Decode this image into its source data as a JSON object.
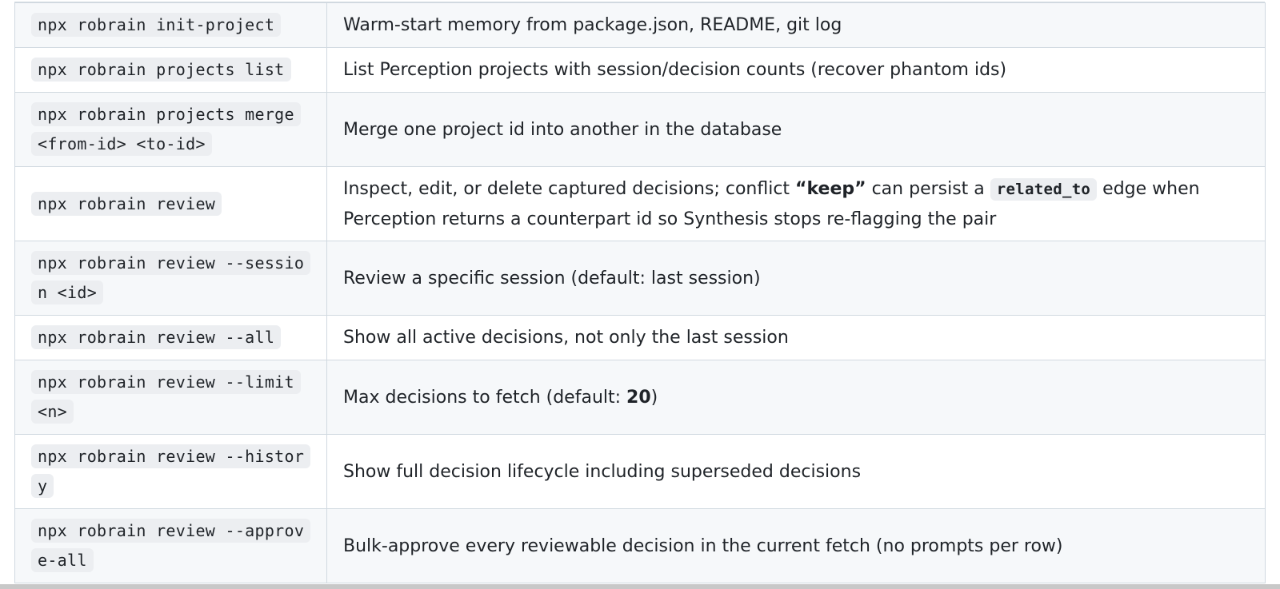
{
  "rows": [
    {
      "command": "npx robrain init-project",
      "description": "Warm-start memory from package.json, README, git log"
    },
    {
      "command": "npx robrain projects list",
      "description": "List Perception projects with session/decision counts (recover phantom ids)"
    },
    {
      "command": "npx robrain projects merge <from-id> <to-id>",
      "description": "Merge one project id into another in the database"
    },
    {
      "command": "npx robrain review",
      "description": {
        "part1": "Inspect, edit, or delete captured decisions; conflict ",
        "bold": "“keep”",
        "part2": " can persist a ",
        "code": "related_to",
        "part3": " edge when Perception returns a counterpart id so Synthesis stops re-flagging the pair"
      }
    },
    {
      "command": "npx robrain review --session <id>",
      "description": "Review a specific session (default: last session)"
    },
    {
      "command": "npx robrain review --all",
      "description": "Show all active decisions, not only the last session"
    },
    {
      "command": "npx robrain review --limit <n>",
      "description": {
        "part1": "Max decisions to fetch (default: ",
        "bold": "20",
        "part2": ")"
      }
    },
    {
      "command": "npx robrain review --history",
      "description": "Show full decision lifecycle including superseded decisions"
    },
    {
      "command": "npx robrain review --approve-all",
      "description": "Bulk-approve every reviewable decision in the current fetch (no prompts per row)"
    }
  ]
}
